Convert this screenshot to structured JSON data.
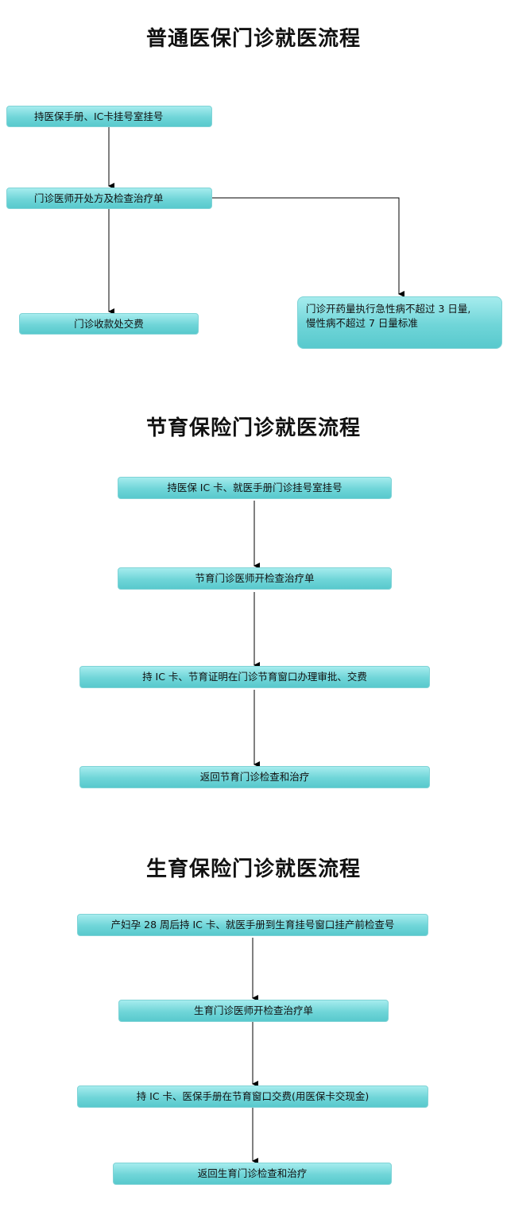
{
  "sections": [
    {
      "title": "普通医保门诊就医流程",
      "steps": [
        "持医保手册、IC卡挂号室挂号",
        "门诊医师开处方及检查治疗单",
        "门诊收款处交费"
      ],
      "note": {
        "line1": "门诊开药量执行急性病不超过 3 日量,",
        "line2": "慢性病不超过 7 日量标准"
      }
    },
    {
      "title": "节育保险门诊就医流程",
      "steps": [
        "持医保 IC 卡、就医手册门诊挂号室挂号",
        "节育门诊医师开检查治疗单",
        "持 IC 卡、节育证明在门诊节育窗口办理审批、交费",
        "返回节育门诊检查和治疗"
      ]
    },
    {
      "title": "生育保险门诊就医流程",
      "steps": [
        "产妇孕 28 周后持 IC 卡、就医手册到生育挂号窗口挂产前检查号",
        "生育门诊医师开检查治疗单",
        "持 IC 卡、医保手册在节育窗口交费(用医保卡交现金)",
        "返回生育门诊检查和治疗"
      ]
    }
  ]
}
